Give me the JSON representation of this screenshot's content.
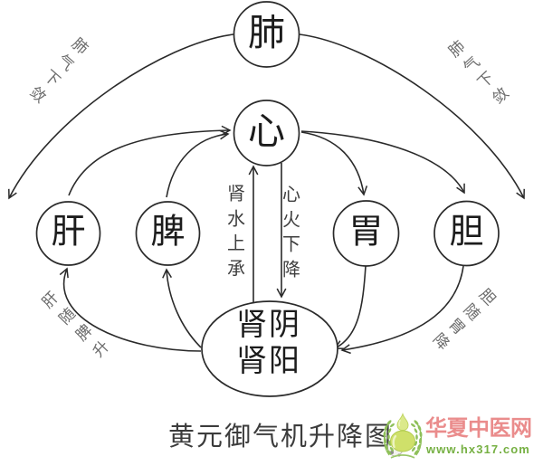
{
  "title": "黄元御气机升降图",
  "organs": {
    "lung": "肺",
    "heart": "心",
    "liver": "肝",
    "spleen": "脾",
    "stomach": "胃",
    "gallbladder": "胆",
    "kidney_line1": "肾阴",
    "kidney_line2": "肾阳"
  },
  "flow_labels": {
    "lung_qi_left": "肺气下敛",
    "lung_qi_right": "肺气下敛",
    "kidney_water_rises": "肾水上承",
    "heart_fire_descends": "心火下降",
    "liver_rises_with_spleen": "肝随脾升",
    "gallbladder_descends_with_stomach": "胆随胃降"
  },
  "watermark": {
    "site_name": "华夏中医网",
    "site_url": "www.hx317.com"
  },
  "colors": {
    "line": "#2a2a2a",
    "label_gray": "#6c6c6c",
    "caption": "#3c3c3c",
    "watermark_red": "#ea8c8c",
    "watermark_green": "#76b043",
    "logo_leaf": "#8bc34a",
    "logo_gourd": "#cfe06a"
  }
}
